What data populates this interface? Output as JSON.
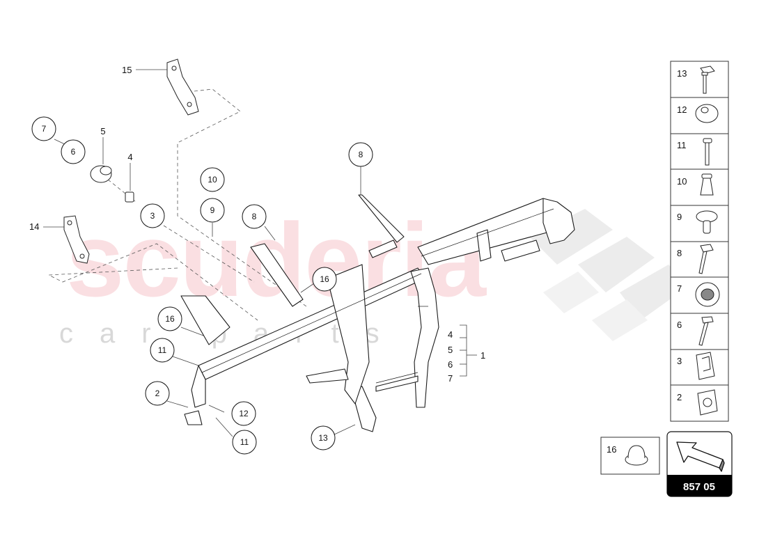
{
  "watermark": {
    "brand": "scuderia",
    "tagline": "car parts"
  },
  "diagram_ref": "857 05",
  "callouts": {
    "c15": "15",
    "c7": "7",
    "c6": "6",
    "c5": "5",
    "c4": "4",
    "c3": "3",
    "c14": "14",
    "c10": "10",
    "c9": "9",
    "c8a": "8",
    "c8b": "8",
    "c16a": "16",
    "c16b": "16",
    "c11a": "11",
    "c2": "2",
    "c12": "12",
    "c11b": "11",
    "c13": "13"
  },
  "group": {
    "items": [
      "4",
      "5",
      "6",
      "7"
    ],
    "parent": "1"
  },
  "legend": [
    {
      "label": "13",
      "icon": "bolt-flanged-icon"
    },
    {
      "label": "12",
      "icon": "washer-icon"
    },
    {
      "label": "11",
      "icon": "bolt-long-icon"
    },
    {
      "label": "10",
      "icon": "expansion-rivet-icon"
    },
    {
      "label": "9",
      "icon": "push-clip-icon"
    },
    {
      "label": "8",
      "icon": "bolt-hex-icon"
    },
    {
      "label": "7",
      "icon": "grommet-icon"
    },
    {
      "label": "6",
      "icon": "screw-icon"
    },
    {
      "label": "3",
      "icon": "spring-clip-icon"
    },
    {
      "label": "2",
      "icon": "cage-nut-icon"
    }
  ],
  "extra_legend": {
    "label": "16",
    "icon": "cap-nut-icon"
  }
}
